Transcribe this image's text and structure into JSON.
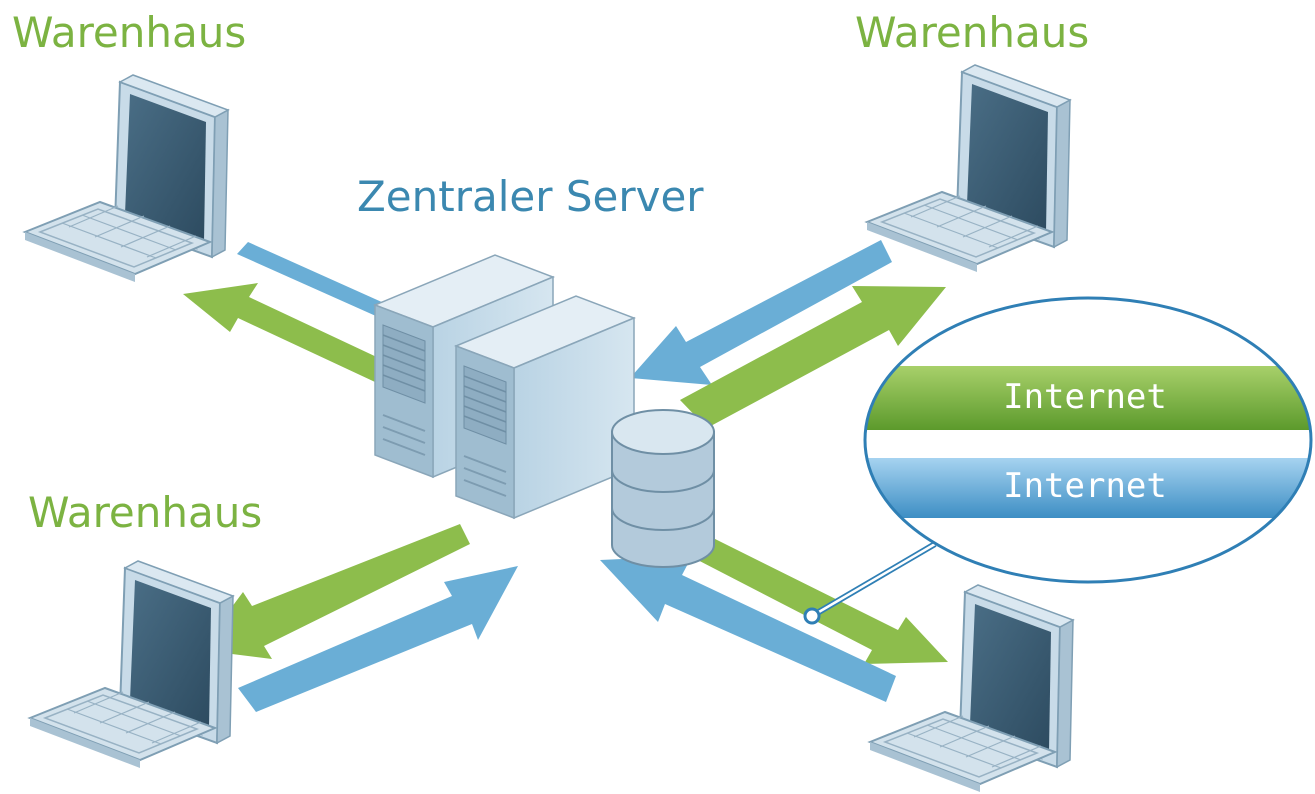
{
  "labels": {
    "top_left": "Warenhaus",
    "top_right": "Warenhaus",
    "bottom_left": "Warenhaus",
    "server": "Zentraler Server"
  },
  "callout": {
    "green_bar": "Internet",
    "blue_bar": "Internet"
  },
  "colors": {
    "green": "#8dbd4c",
    "blue": "#6aaed6",
    "label_green": "#7cb342",
    "label_blue": "#3b88b0"
  },
  "icons": [
    "computer-icon",
    "server-icon",
    "database-icon"
  ]
}
